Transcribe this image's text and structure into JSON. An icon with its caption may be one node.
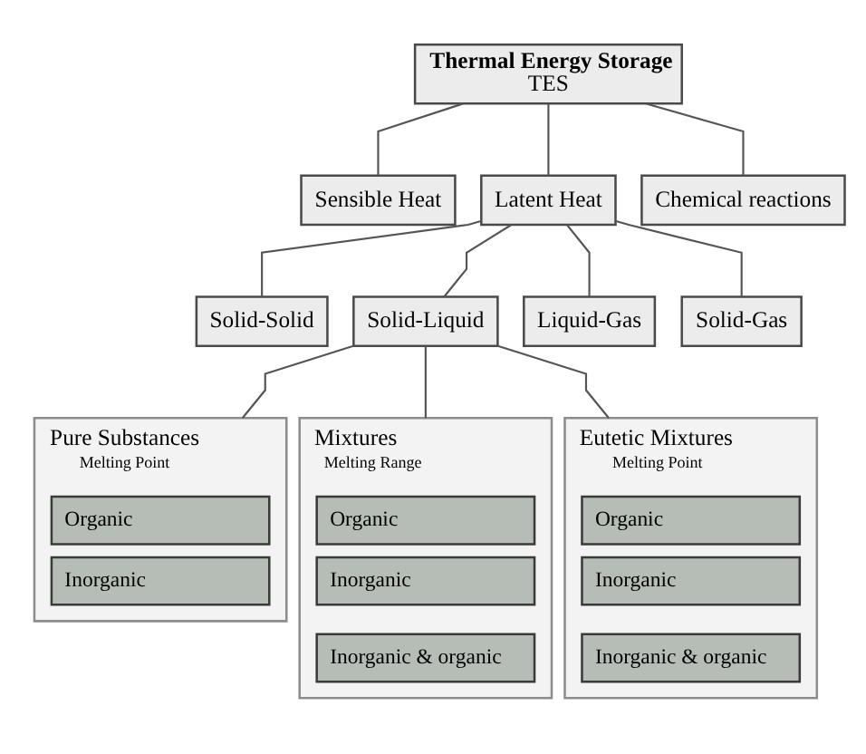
{
  "diagram": {
    "nodes": [
      {
        "text": [
          "Thermal Energy Storage",
          "TES"
        ]
      },
      {
        "text": [
          "Sensible Heat"
        ]
      },
      {
        "text": [
          "Latent Heat"
        ]
      },
      {
        "text": [
          "Chemical reactions"
        ]
      },
      {
        "text": [
          "Solid-Solid"
        ]
      },
      {
        "text": [
          "Solid-Liquid"
        ]
      },
      {
        "text": [
          "Liquid-Gas"
        ]
      },
      {
        "text": [
          "Solid-Gas"
        ]
      },
      {
        "text": [
          "Pure Substances",
          "Melting Point"
        ]
      },
      {
        "text": [
          "Organic"
        ],
        "in": 8
      },
      {
        "text": [
          "Inorganic"
        ],
        "in": 8
      },
      {
        "text": [
          "Mixtures",
          "Melting Range"
        ]
      },
      {
        "text": [
          "Organic"
        ],
        "in": 11
      },
      {
        "text": [
          "Inorganic"
        ],
        "in": 11
      },
      {
        "text": [
          "Inorganic & organic"
        ],
        "in": 11
      },
      {
        "text": [
          "Eutetic Mixtures",
          "Melting Point"
        ]
      },
      {
        "text": [
          "Organic"
        ],
        "in": 15
      },
      {
        "text": [
          "Inorganic"
        ],
        "in": 15
      },
      {
        "text": [
          "Inorganic & organic"
        ],
        "in": 15
      }
    ],
    "edges": [
      {
        "from": 0,
        "to": 1,
        "arrow": "none"
      },
      {
        "from": 0,
        "to": 2,
        "arrow": "none"
      },
      {
        "from": 0,
        "to": 3,
        "arrow": "none"
      },
      {
        "from": 2,
        "to": 4,
        "arrow": "none"
      },
      {
        "from": 2,
        "to": 5,
        "arrow": "none"
      },
      {
        "from": 2,
        "to": 6,
        "arrow": "none"
      },
      {
        "from": 2,
        "to": 7,
        "arrow": "none"
      },
      {
        "from": 5,
        "to": 8,
        "arrow": "none"
      },
      {
        "from": 5,
        "to": 11,
        "arrow": "none"
      },
      {
        "from": 5,
        "to": 15,
        "arrow": "none"
      }
    ]
  }
}
